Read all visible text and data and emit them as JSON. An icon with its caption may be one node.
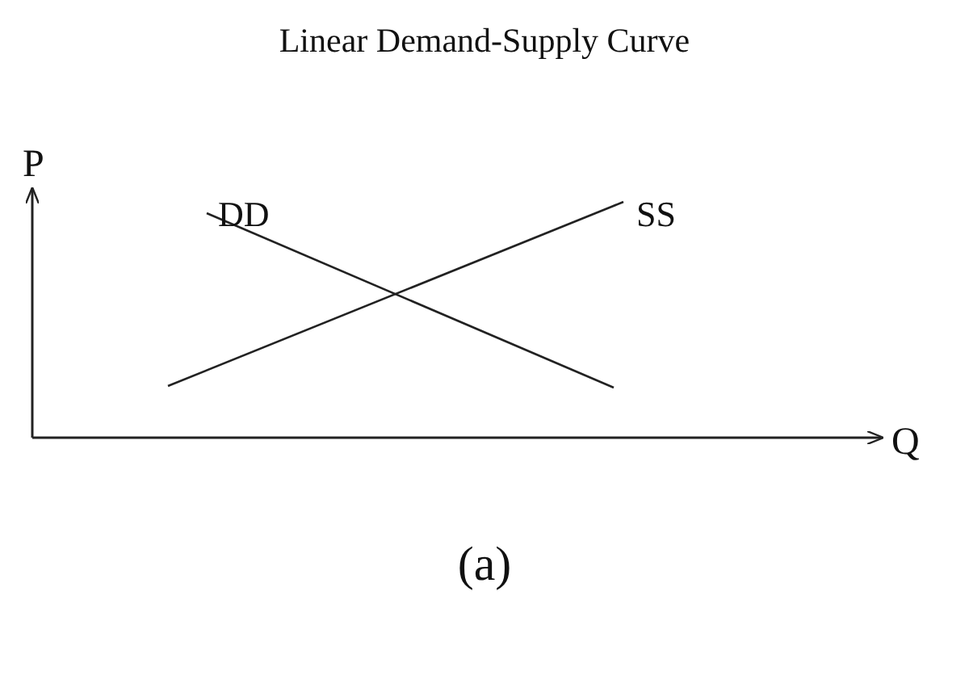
{
  "diagram": {
    "title": "Linear Demand-Supply Curve",
    "caption": "(a)",
    "labels": [
      "P",
      "DD",
      "SS",
      "Q"
    ]
  }
}
